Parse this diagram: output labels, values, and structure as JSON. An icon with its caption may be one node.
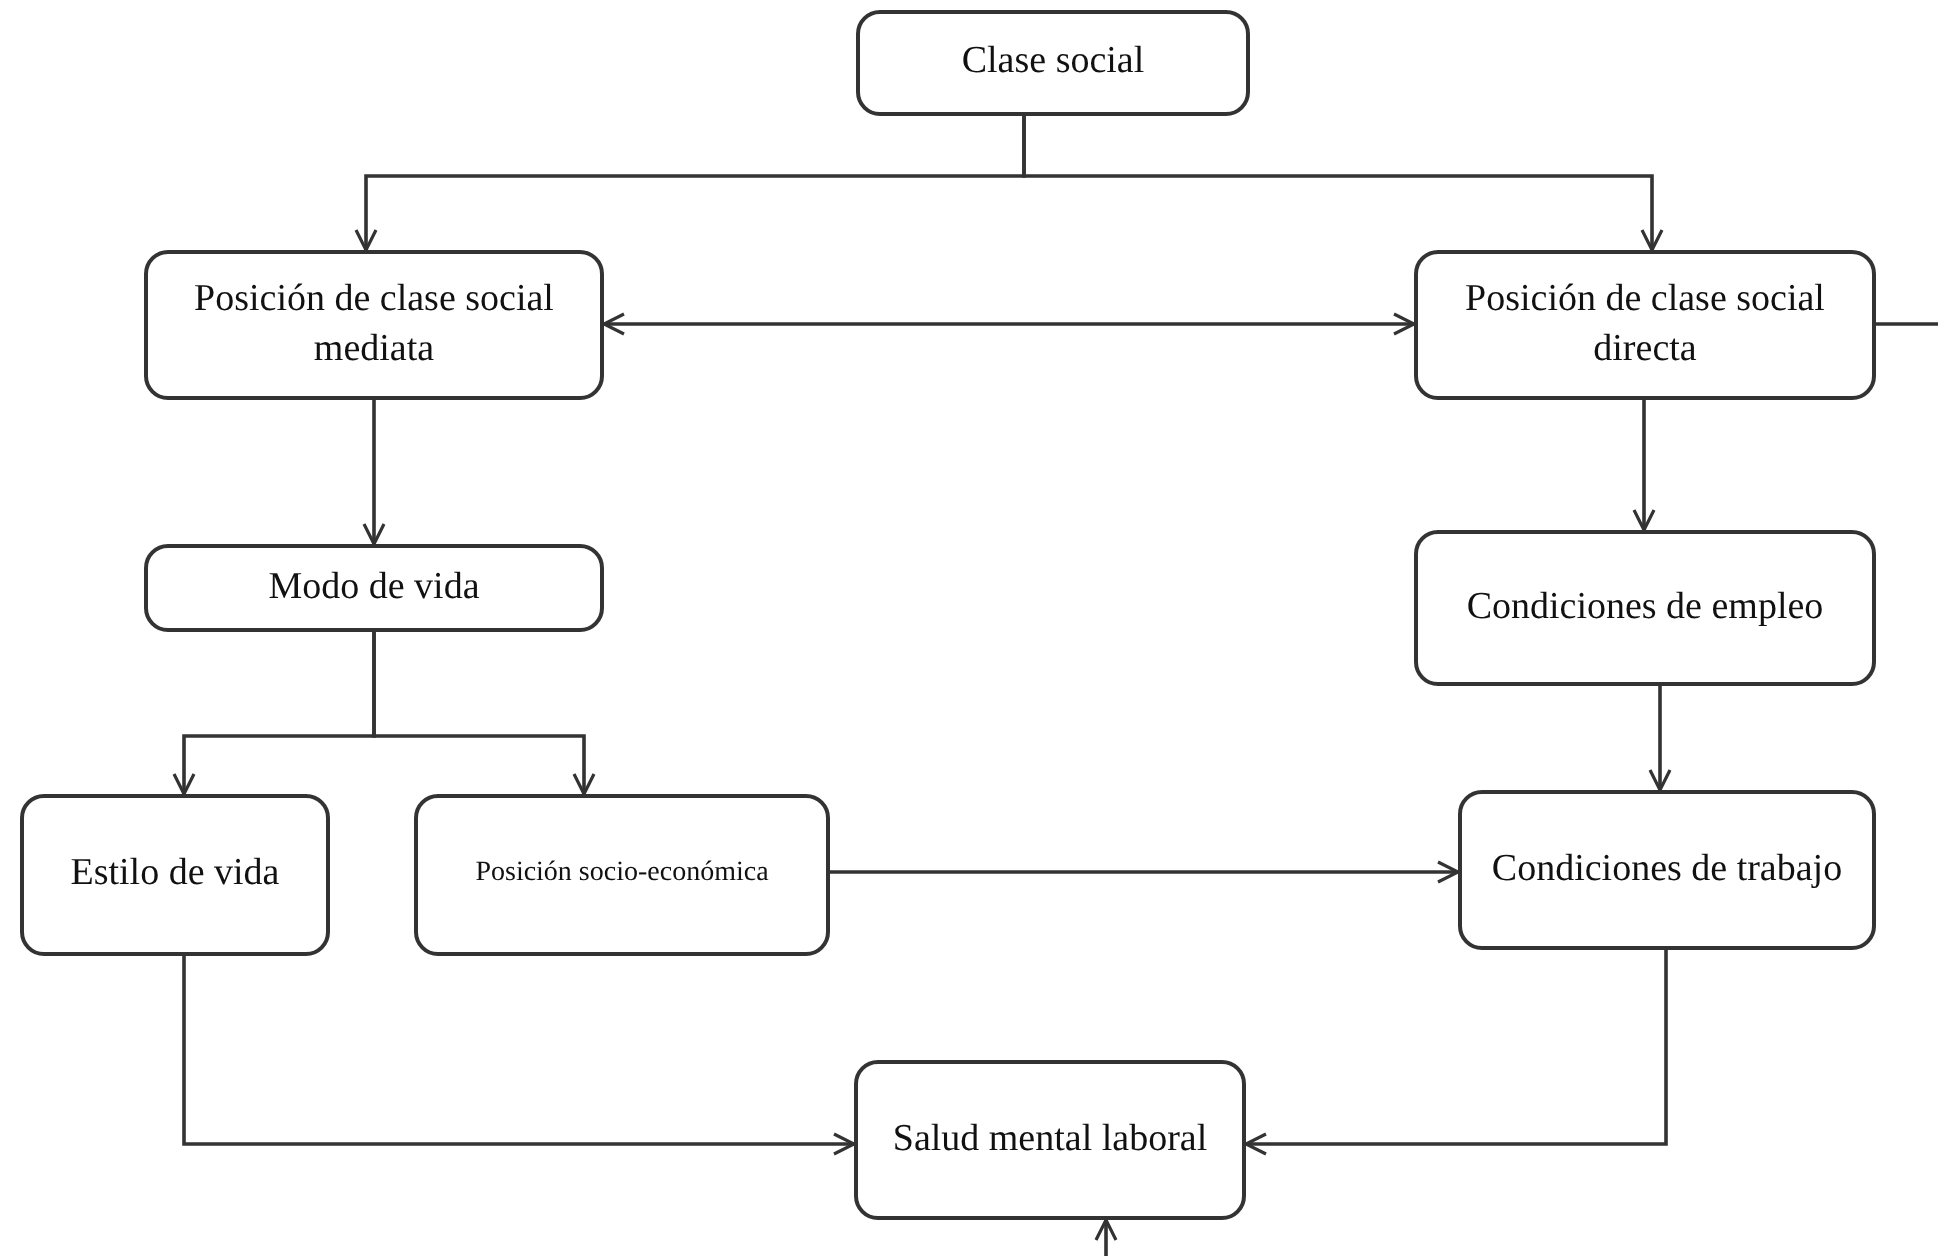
{
  "diagram": {
    "nodes": [
      {
        "text": [
          "Clase social"
        ]
      },
      {
        "text": [
          "Posición de clase social mediata"
        ]
      },
      {
        "text": [
          "Posición de clase social directa"
        ]
      },
      {
        "text": [
          "Modo de vida"
        ]
      },
      {
        "text": [
          "Condiciones de empleo"
        ]
      },
      {
        "text": [
          "Estilo de vida"
        ]
      },
      {
        "text": [
          "Posición socio-económica"
        ]
      },
      {
        "text": [
          "Condiciones de trabajo"
        ]
      },
      {
        "text": [
          "Salud mental laboral"
        ]
      }
    ],
    "edges": [
      {
        "from": 0,
        "to": 1,
        "arrow": "to"
      },
      {
        "from": 0,
        "to": 2,
        "arrow": "to"
      },
      {
        "from": 1,
        "to": 2,
        "arrow": "both"
      },
      {
        "from": 2,
        "to": null,
        "arrow": "none"
      },
      {
        "from": 1,
        "to": 3,
        "arrow": "to"
      },
      {
        "from": 2,
        "to": 4,
        "arrow": "to"
      },
      {
        "from": 3,
        "to": 5,
        "arrow": "to"
      },
      {
        "from": 3,
        "to": 6,
        "arrow": "to"
      },
      {
        "from": 4,
        "to": 7,
        "arrow": "to"
      },
      {
        "from": 6,
        "to": 7,
        "arrow": "to"
      },
      {
        "from": 5,
        "to": 8,
        "arrow": "to"
      },
      {
        "from": 7,
        "to": 8,
        "arrow": "to"
      },
      {
        "from": null,
        "to": 8,
        "arrow": "to"
      }
    ]
  }
}
